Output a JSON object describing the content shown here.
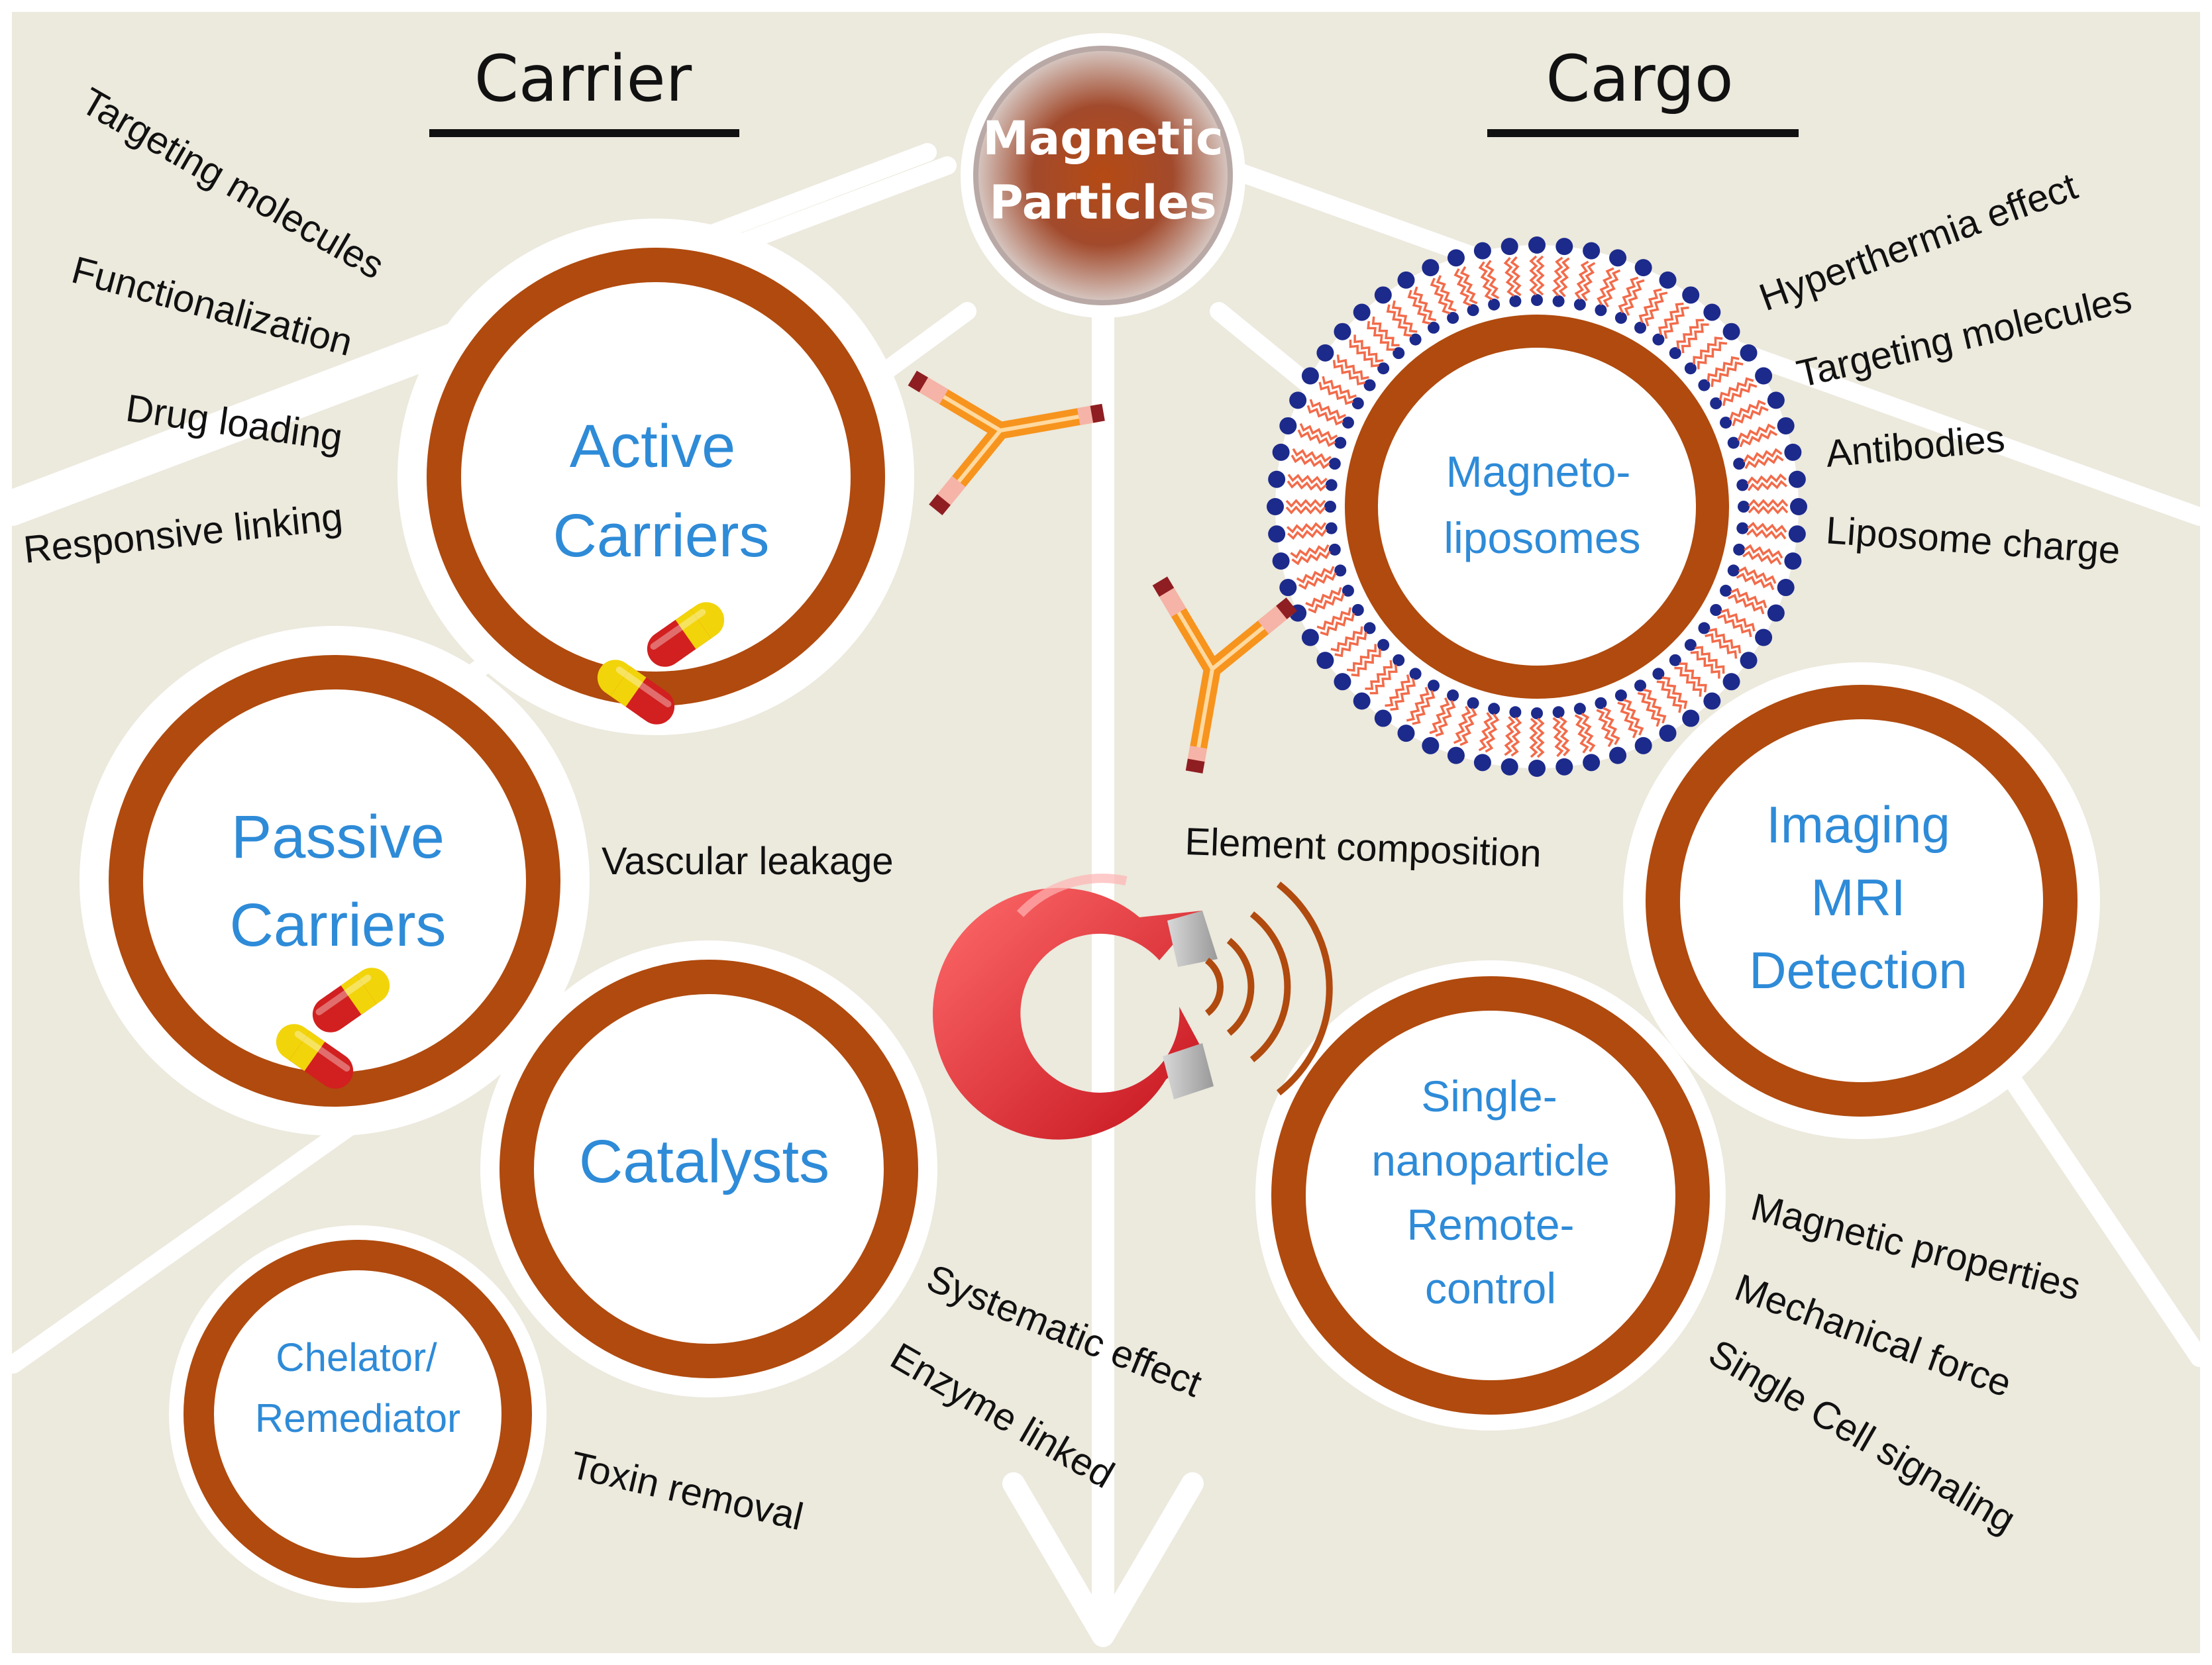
{
  "center": {
    "line1": "Magnetic",
    "line2": "Particles"
  },
  "headers": {
    "left": "Carrier",
    "right": "Cargo"
  },
  "nodes": {
    "active": [
      "Active",
      "Carriers"
    ],
    "passive": [
      "Passive",
      "Carriers"
    ],
    "catalysts": [
      "Catalysts"
    ],
    "chelator": [
      "Chelator/",
      "Remediator"
    ],
    "liposomes": [
      "Magneto-",
      "liposomes"
    ],
    "imaging": [
      "Imaging",
      "MRI",
      "Detection"
    ],
    "single": [
      "Single-",
      "nanoparticle",
      "Remote-",
      "control"
    ]
  },
  "labels": {
    "targeting_molecules_left": "Targeting molecules",
    "functionalization": "Functionalization",
    "drug_loading": "Drug loading",
    "responsive_linking": "Responsive linking",
    "vascular_leakage": "Vascular leakage",
    "systematic_effect": "Systematic effect",
    "enzyme_linked": "Enzyme linked",
    "toxin_removal": "Toxin removal",
    "hyperthermia_effect": "Hyperthermia effect",
    "targeting_molecules_right": "Targeting molecules",
    "antibodies": "Antibodies",
    "liposome_charge": "Liposome charge",
    "element_composition": "Element composition",
    "magnetic_properties": "Magnetic properties",
    "mechanical_force": "Mechanical force",
    "single_cell_signaling": "Single Cell signaling"
  },
  "colors": {
    "background": "#ece9dd",
    "ring": "#b04a0e",
    "node_text": "#2e8bd8",
    "lipid_head": "#1c2a8c",
    "lipid_tail": "#f26b4a",
    "antibody": "#f7941d",
    "magnet": "#e8313a",
    "pill_red": "#d21f1f",
    "pill_yellow": "#f2d40a"
  }
}
